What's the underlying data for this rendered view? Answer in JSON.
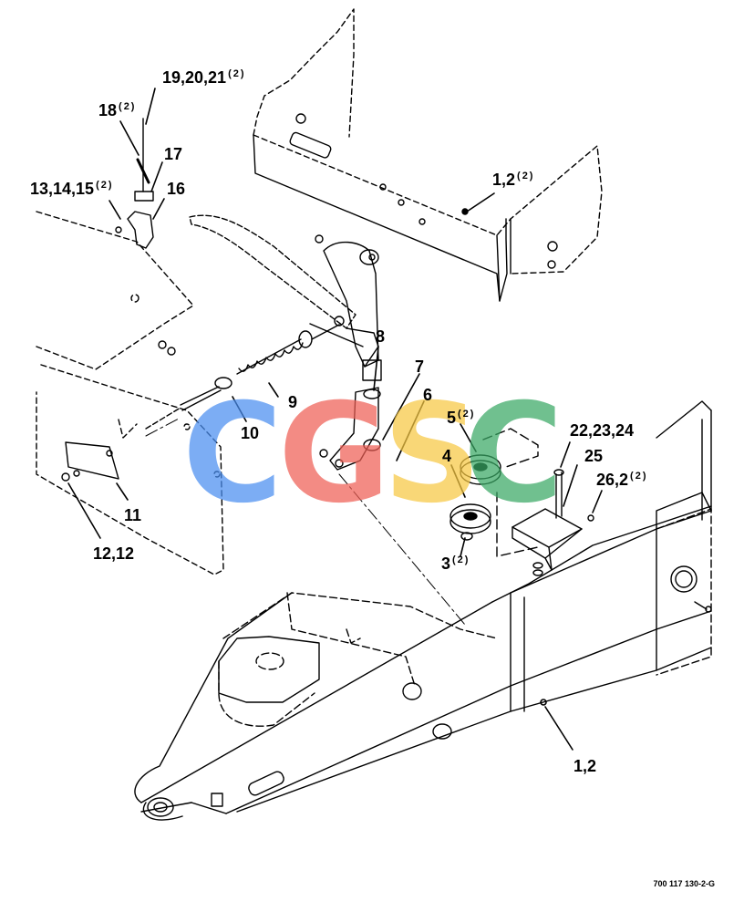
{
  "callouts": [
    {
      "id": "c19",
      "num": "19,20,21",
      "qty": "(2)"
    },
    {
      "id": "c18",
      "num": "18",
      "qty": "(2)"
    },
    {
      "id": "c17",
      "num": "17",
      "qty": ""
    },
    {
      "id": "c13",
      "num": "13,14,15",
      "qty": "(2)"
    },
    {
      "id": "c16",
      "num": "16",
      "qty": ""
    },
    {
      "id": "c1top",
      "num": "1,2",
      "qty": "(2)"
    },
    {
      "id": "c8",
      "num": "8",
      "qty": ""
    },
    {
      "id": "c7",
      "num": "7",
      "qty": ""
    },
    {
      "id": "c6",
      "num": "6",
      "qty": ""
    },
    {
      "id": "c9",
      "num": "9",
      "qty": ""
    },
    {
      "id": "c10",
      "num": "10",
      "qty": ""
    },
    {
      "id": "c5",
      "num": "5",
      "qty": "(2)"
    },
    {
      "id": "c22",
      "num": "22,23,24",
      "qty": ""
    },
    {
      "id": "c25",
      "num": "25",
      "qty": ""
    },
    {
      "id": "c4",
      "num": "4",
      "qty": ""
    },
    {
      "id": "c26",
      "num": "26,2",
      "qty": "(2)"
    },
    {
      "id": "c11",
      "num": "11",
      "qty": ""
    },
    {
      "id": "c12",
      "num": "12,12",
      "qty": ""
    },
    {
      "id": "c3",
      "num": "3",
      "qty": "(2)"
    },
    {
      "id": "c1bot",
      "num": "1,2",
      "qty": ""
    }
  ],
  "watermark": {
    "letters": [
      "C",
      "G",
      "S",
      "C"
    ],
    "colors": [
      "#4a8ef0",
      "#ef5f55",
      "#f7c843",
      "#3aa865"
    ]
  },
  "doc_number": "700 117 130-2-G"
}
